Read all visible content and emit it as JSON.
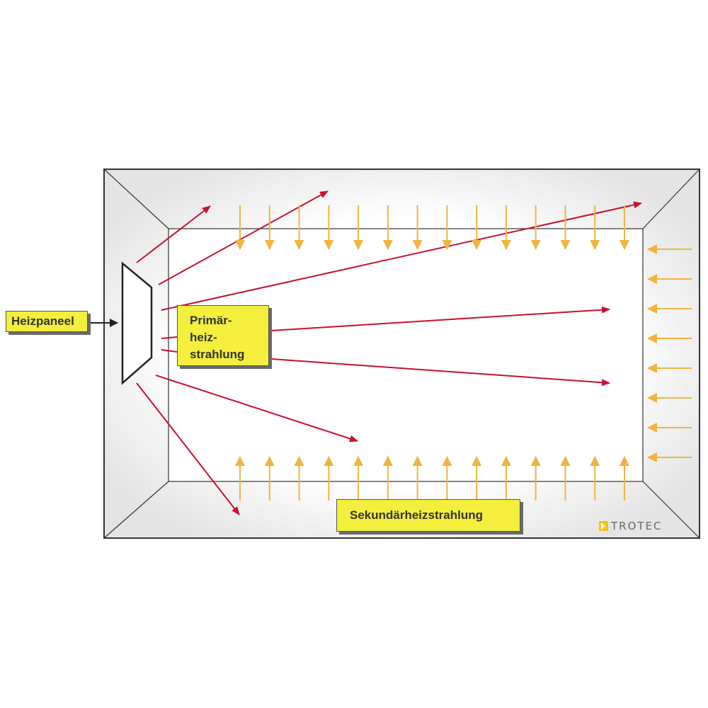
{
  "labels": {
    "heizpaneel": "Heizpaneel",
    "primaer": [
      "Primär-",
      "heiz-",
      "strahlung"
    ],
    "sekundaer": "Sekundärheizstrahlung"
  },
  "logo": {
    "text": "TROTEC",
    "icon": "trotec-logo-icon"
  },
  "colors": {
    "primary_arrow": "#c8102e",
    "secondary_arrow": "#f0b440",
    "label_fill": "#f4ef3c",
    "room_line": "#333333"
  }
}
